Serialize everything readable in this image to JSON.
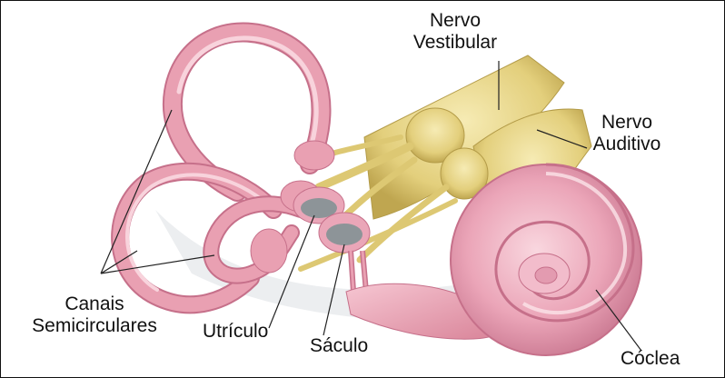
{
  "diagram": {
    "labels": {
      "nervo_vestibular": [
        "Nervo",
        "Vestibular"
      ],
      "nervo_auditivo": [
        "Nervo",
        "Auditivo"
      ],
      "canais_semicirculares": [
        "Canais",
        "Semicirculares"
      ],
      "utriculo": "Utrículo",
      "saculo": "Sáculo",
      "coclea": "Cóclea"
    },
    "colors": {
      "canal_pink": "#e9a0b2",
      "canal_highlight": "#f8d3dc",
      "canal_shadow": "#c6708a",
      "nerve_yellow": "#e8d88a",
      "nerve_dark": "#b8a24c",
      "macula_gray": "#8d9498",
      "leader": "#222222"
    }
  }
}
